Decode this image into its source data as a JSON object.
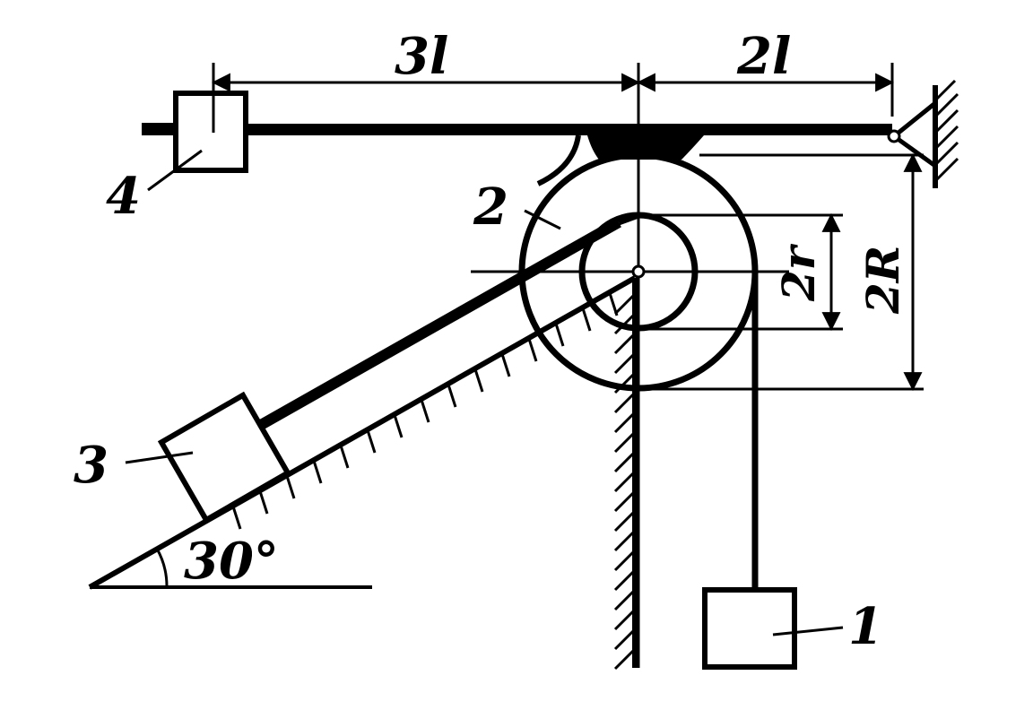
{
  "labels": {
    "dim_3l": "3l",
    "dim_2l": "2l",
    "dim_2r": "2r",
    "dim_2R": "2R",
    "angle": "30°",
    "body_1": "1",
    "body_2": "2",
    "body_3": "3",
    "body_4": "4"
  },
  "colors": {
    "ink": "#000000",
    "paper": "#ffffff"
  }
}
